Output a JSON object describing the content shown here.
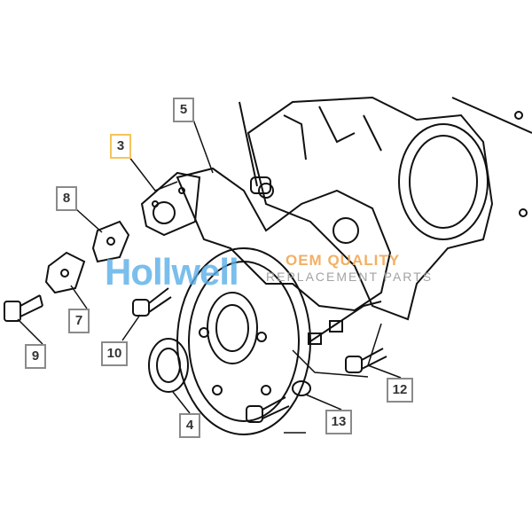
{
  "callouts": [
    {
      "id": "5",
      "selected": false
    },
    {
      "id": "3",
      "selected": true
    },
    {
      "id": "8",
      "selected": false
    },
    {
      "id": "7",
      "selected": false
    },
    {
      "id": "9",
      "selected": false
    },
    {
      "id": "10",
      "selected": false
    },
    {
      "id": "4",
      "selected": false
    },
    {
      "id": "12",
      "selected": false
    },
    {
      "id": "13",
      "selected": false
    }
  ],
  "watermark": {
    "logo": "Hollwell",
    "line1": "OEM QUALITY",
    "line2": "REPLACEMENT PARTS"
  },
  "colors": {
    "line": "#111111",
    "callout_border": "#8a8a8a",
    "selected_border": "#f5c45a",
    "logo": "#5aaee8",
    "accent": "#f2a24a"
  }
}
